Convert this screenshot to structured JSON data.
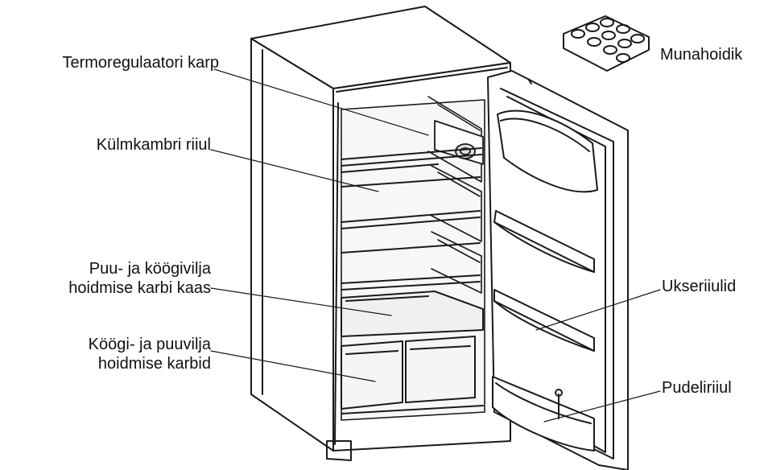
{
  "diagram": {
    "callouts": {
      "thermostat_box": "Termoregulaatori karp",
      "fridge_shelf": "Külmkambri riiul",
      "crisper_lid": [
        "Puu- ja köögivilja",
        "hoidmise karbi kaas"
      ],
      "crisper_drawers": [
        "Köögi- ja puuvilja",
        "hoidmise karbid"
      ],
      "egg_holder": "Munahoidik",
      "door_shelves": "Ukseriiulid",
      "bottle_shelf": "Pudeliriiul"
    }
  },
  "colors": {
    "stroke": "#1a1a1a",
    "background": "#ffffff",
    "interior_shade": "#f2f2f2"
  }
}
